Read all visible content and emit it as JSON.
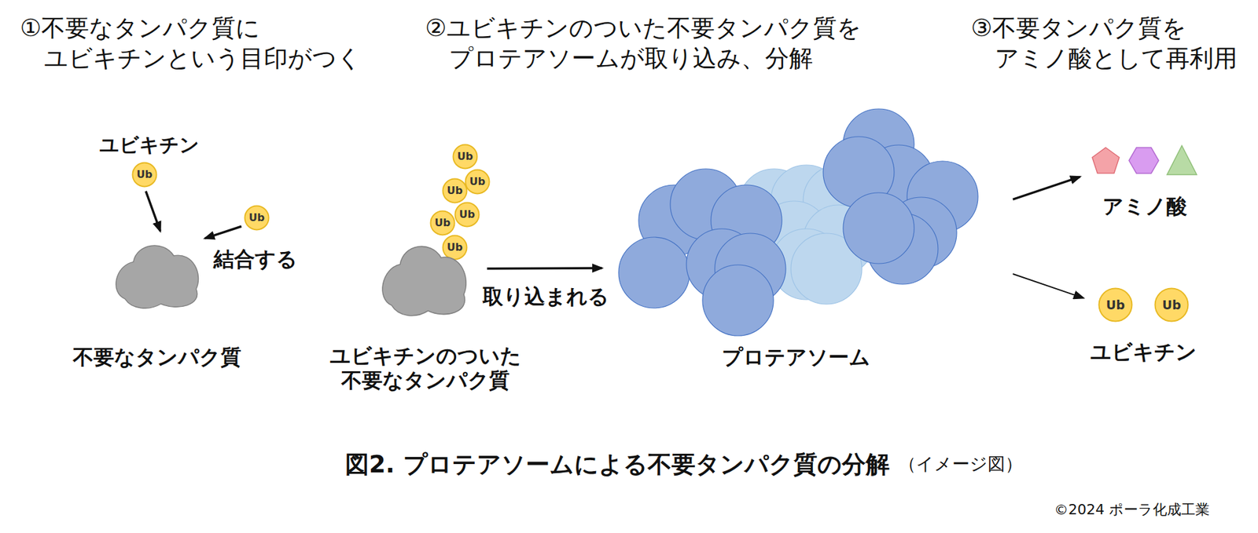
{
  "diagram": {
    "title": "図2. プロテアソームによる不要タンパク質の分解",
    "nodes": [
      {
        "text": [
          "Ub"
        ]
      },
      {
        "text": [
          "Ub"
        ]
      },
      {
        "text": [
          "不要なタンパク質"
        ]
      },
      {
        "text": [
          "Ub"
        ]
      },
      {
        "text": [
          "Ub"
        ]
      },
      {
        "text": [
          "Ub"
        ]
      },
      {
        "text": [
          "Ub"
        ]
      },
      {
        "text": [
          "Ub"
        ]
      },
      {
        "text": [
          "Ub"
        ]
      },
      {
        "text": [
          "ユビキチンのついた 不要なタンパク質"
        ]
      },
      {
        "text": [
          "プロテアソーム"
        ]
      },
      {
        "text": [
          "アミノ酸"
        ]
      },
      {
        "text": [
          "ユビキチン"
        ]
      },
      {
        "text": [
          "Ub"
        ],
        "in": 12
      },
      {
        "text": [
          "Ub"
        ],
        "in": 12
      }
    ],
    "edges": [
      {
        "from": 0,
        "to": 2,
        "arrow": "to"
      },
      {
        "from": 1,
        "to": 2,
        "label": "結合する",
        "arrow": "to"
      },
      {
        "from": 9,
        "to": 10,
        "label": "取り込まれる",
        "arrow": "to"
      },
      {
        "from": 10,
        "to": 11,
        "arrow": "to"
      },
      {
        "from": 10,
        "to": 12,
        "arrow": "to"
      }
    ],
    "labels": [
      "①不要なタンパク質に ユビキチンという目印がつく",
      "②ユビキチンのついた不要タンパク質を プロテアソームが取り込み、分解",
      "③不要タンパク質を アミノ酸として再利用",
      "ユビキチン",
      "（イメージ図）",
      "©2024 ポーラ化成工業"
    ]
  }
}
